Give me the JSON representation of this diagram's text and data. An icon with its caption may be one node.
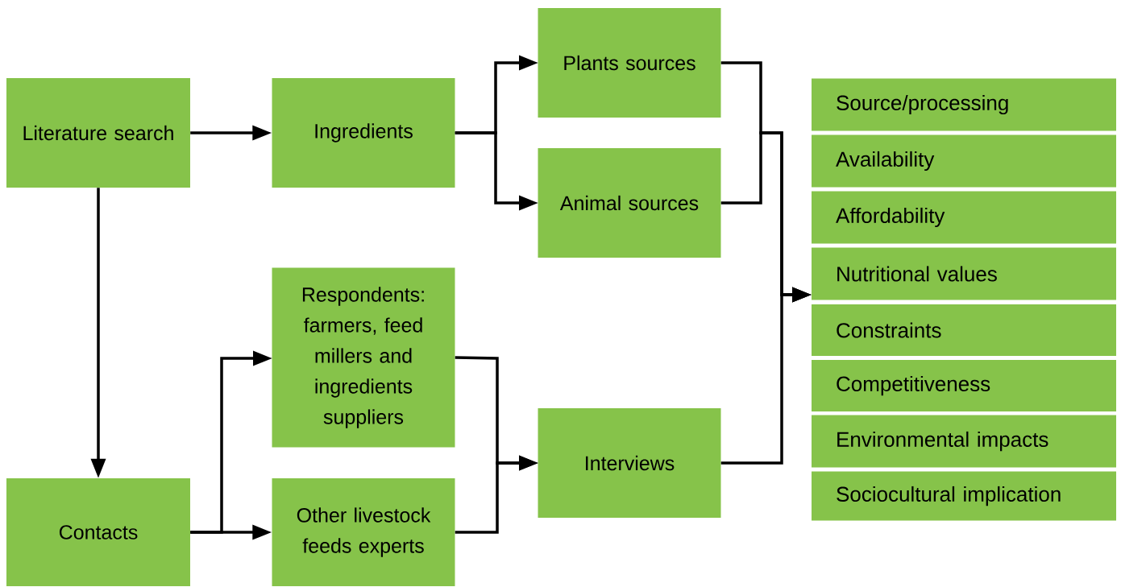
{
  "diagram": {
    "nodes": [
      {
        "text": [
          "Literature search"
        ]
      },
      {
        "text": [
          "Ingredients"
        ]
      },
      {
        "text": [
          "Plants sources"
        ]
      },
      {
        "text": [
          "Animal sources"
        ]
      },
      {
        "text": [
          "Respondents: farmers, feed millers and ingredients suppliers"
        ]
      },
      {
        "text": [
          "Contacts"
        ]
      },
      {
        "text": [
          "Other livestock feeds experts"
        ]
      },
      {
        "text": [
          "Interviews"
        ]
      },
      {
        "text": [
          "Source/processing"
        ]
      },
      {
        "text": [
          "Availability"
        ]
      },
      {
        "text": [
          "Affordability"
        ]
      },
      {
        "text": [
          "Nutritional values"
        ]
      },
      {
        "text": [
          "Constraints"
        ]
      },
      {
        "text": [
          "Competitiveness"
        ]
      },
      {
        "text": [
          "Environmental impacts"
        ]
      },
      {
        "text": [
          "Sociocultural implication"
        ]
      }
    ],
    "edges": [
      {
        "from": 0,
        "to": 1,
        "arrow": "to"
      },
      {
        "from": 0,
        "to": 5,
        "arrow": "to"
      },
      {
        "from": 1,
        "to": 2,
        "arrow": "to"
      },
      {
        "from": 1,
        "to": 3,
        "arrow": "to"
      },
      {
        "from": 5,
        "to": 4,
        "arrow": "to"
      },
      {
        "from": 5,
        "to": 6,
        "arrow": "to"
      },
      {
        "from": 4,
        "to": 7,
        "arrow": "to"
      },
      {
        "from": 6,
        "to": 7,
        "arrow": "to"
      },
      {
        "from": 2,
        "to": 11,
        "arrow": "to"
      },
      {
        "from": 3,
        "to": 11,
        "arrow": "to"
      },
      {
        "from": 7,
        "to": 11,
        "arrow": "to"
      }
    ]
  }
}
